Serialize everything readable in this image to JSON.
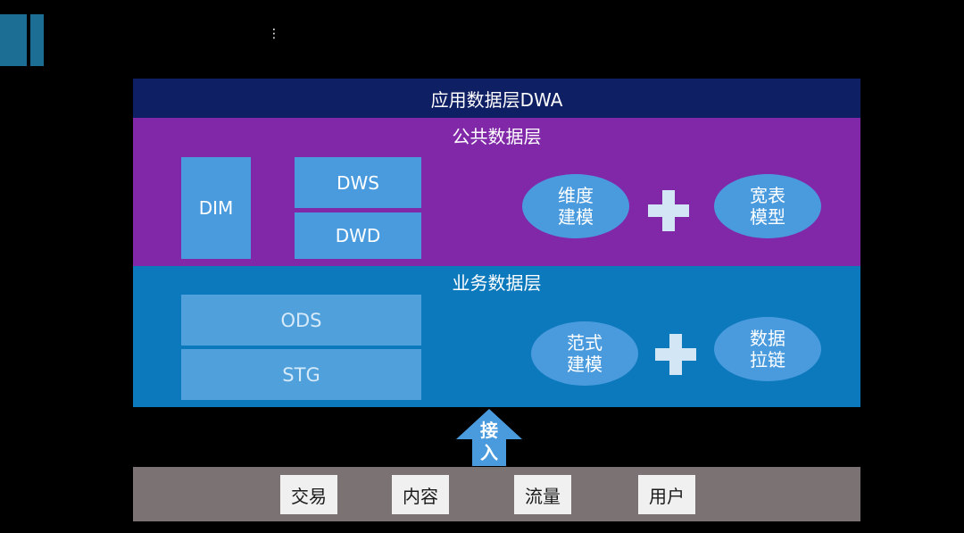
{
  "app_layer": {
    "title": "应用数据层DWA"
  },
  "common_layer": {
    "title": "公共数据层",
    "dim": "DIM",
    "dws": "DWS",
    "dwd": "DWD",
    "ellipse_1": {
      "line1": "维度",
      "line2": "建模"
    },
    "ellipse_2": {
      "line1": "宽表",
      "line2": "模型"
    }
  },
  "business_layer": {
    "title": "业务数据层",
    "ods": "ODS",
    "stg": "STG",
    "ellipse_1": {
      "line1": "范式",
      "line2": "建模"
    },
    "ellipse_2": {
      "line1": "数据",
      "line2": "拉链"
    }
  },
  "access": {
    "line1": "接",
    "line2": "入"
  },
  "sources": [
    "交易",
    "内容",
    "流量",
    "用户"
  ],
  "colors": {
    "app_layer": "#0f1f63",
    "common_layer": "#8128a9",
    "business_layer": "#0c79bc",
    "box": "#4a9bde",
    "source_bar": "#7a7273"
  }
}
